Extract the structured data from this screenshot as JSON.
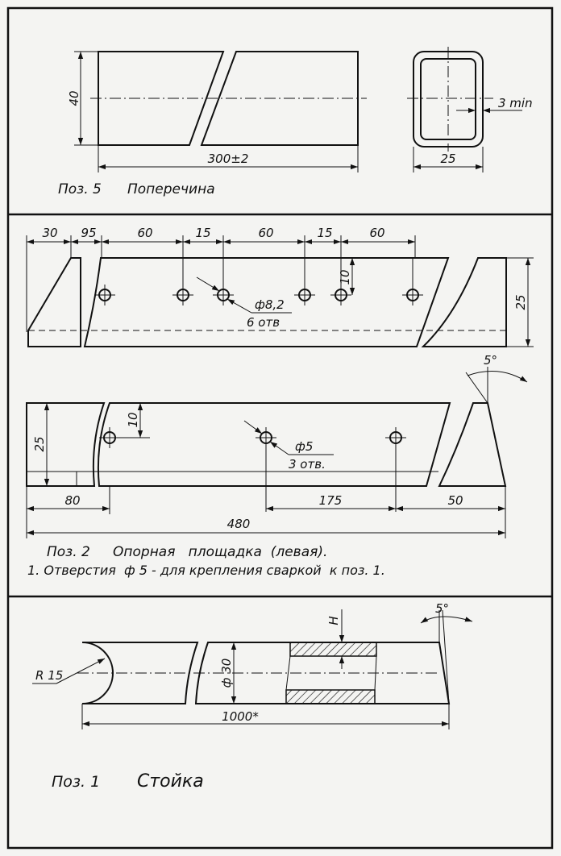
{
  "part5": {
    "caption_pos": "Поз. 5",
    "caption_name": "Поперечина",
    "dim_height": "40",
    "dim_length": "300±2",
    "dim_wall": "3 min",
    "dim_width": "25"
  },
  "part2": {
    "caption_pos": "Поз. 2",
    "caption_name": "Опорная   площадка  (левая).",
    "note": "1. Отверстия  ф 5 - для крепления сваркой  к поз. 1.",
    "top_dims": [
      "30",
      "95",
      "60",
      "15",
      "60",
      "15",
      "60"
    ],
    "dim_10_top": "10",
    "dim_25_right": "25",
    "hole_diam_top": "ф8,2",
    "hole_count_top": "6 отв",
    "angle": "5°",
    "dim_10_bottom": "10",
    "dim_25_left": "25",
    "hole_diam_bottom": "ф5",
    "hole_count_bottom": "3 отв.",
    "dim_80": "80",
    "dim_175": "175",
    "dim_50": "50",
    "dim_480": "480"
  },
  "part1": {
    "caption_pos": "Поз. 1",
    "caption_name": "Стойка",
    "dim_radius": "R 15",
    "dim_diam": "ф 30",
    "dim_h": "H",
    "angle": "5°",
    "dim_length": "1000*"
  }
}
